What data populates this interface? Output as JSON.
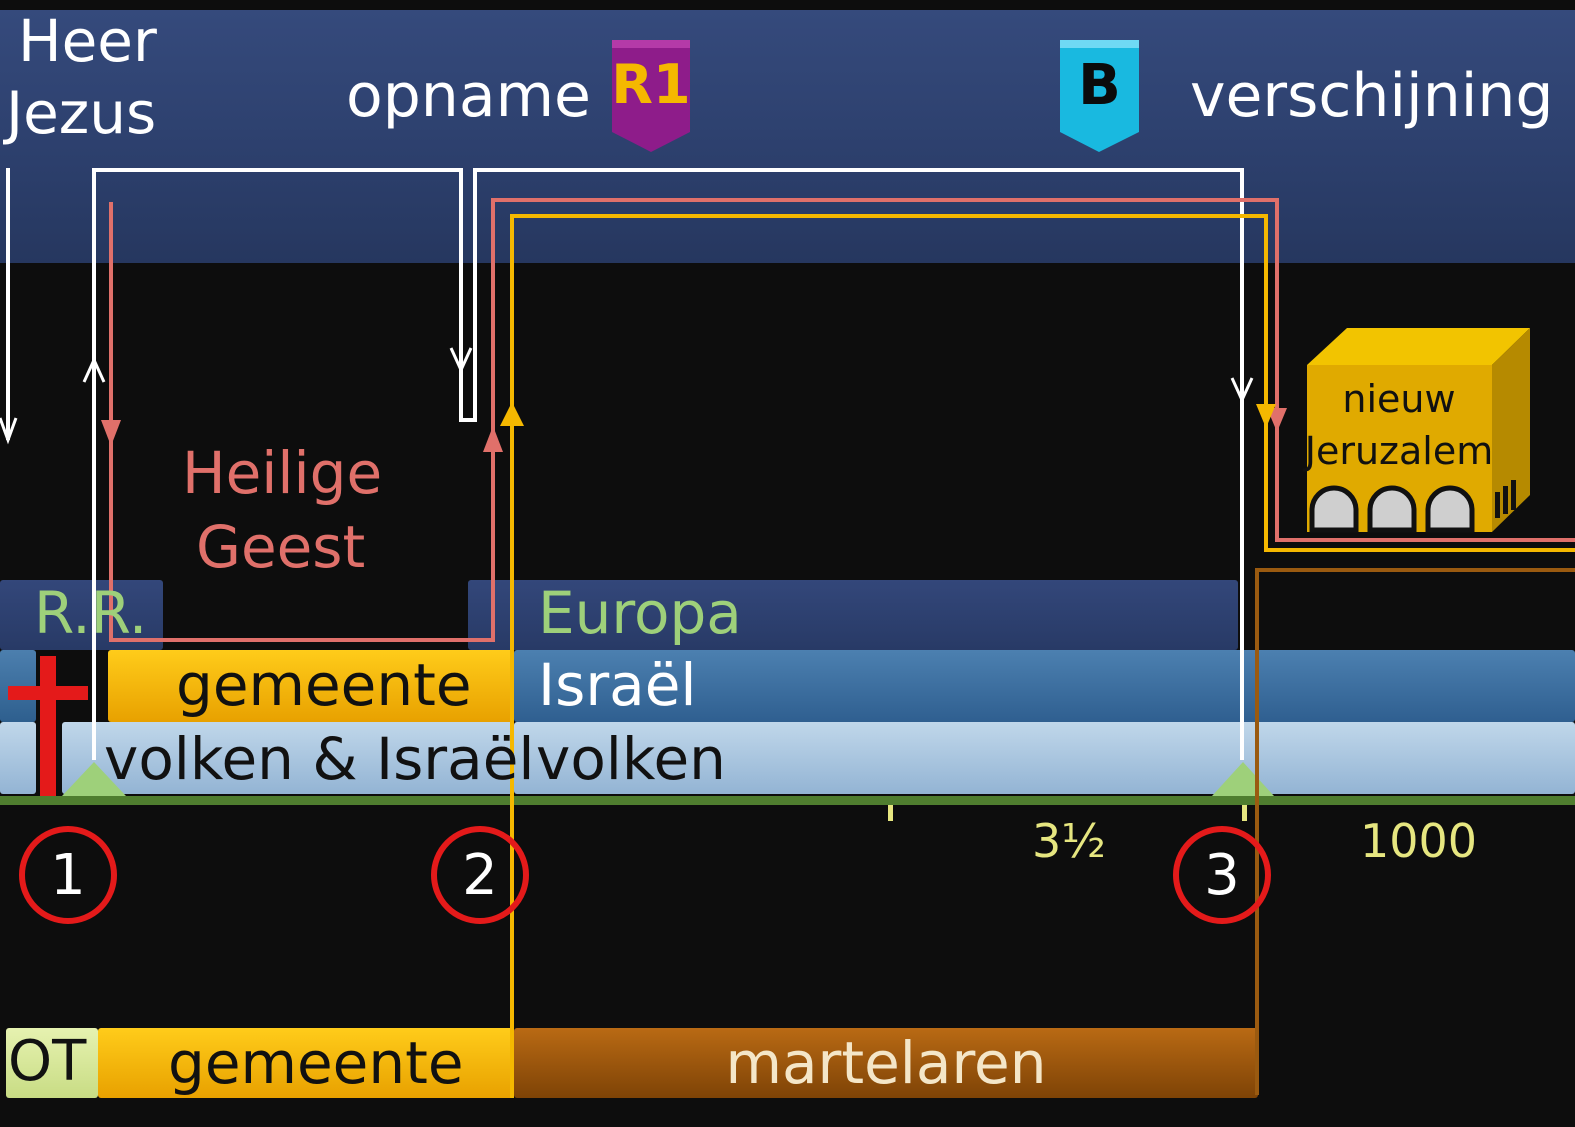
{
  "header": {
    "lord_line1": "Heer",
    "lord_line2": "Jezus",
    "rapture_label": "opname",
    "rapture_badge": "R1",
    "appearing_label": "verschijning",
    "appearing_badge": "B"
  },
  "spirit": {
    "line1": "Heilige",
    "line2": "Geest"
  },
  "jerusalem": {
    "line1": "nieuw",
    "line2": "Jeruzalem"
  },
  "bands": {
    "rr": "R.R.",
    "europa": "Europa",
    "gemeente": "gemeente",
    "israel": "Israël",
    "volken_israel": "volken & Israël",
    "volken": "volken"
  },
  "timeline": {
    "markers": [
      "1",
      "2",
      "3"
    ],
    "half_week": "3½",
    "millennium": "1000"
  },
  "bottom": {
    "ot": "OT",
    "gemeente": "gemeente",
    "martelaren": "martelaren"
  },
  "colors": {
    "white_path": "#ffffff",
    "spirit_path": "#e0706a",
    "gold_path": "#f5b800",
    "brown_path": "#9a5a10",
    "cross": "#e41a1a",
    "marker_ring": "#e41a1a",
    "timeline": "#4f7d2f",
    "badge_r1": "#8e1c8a",
    "badge_b": "#19b9e0"
  }
}
